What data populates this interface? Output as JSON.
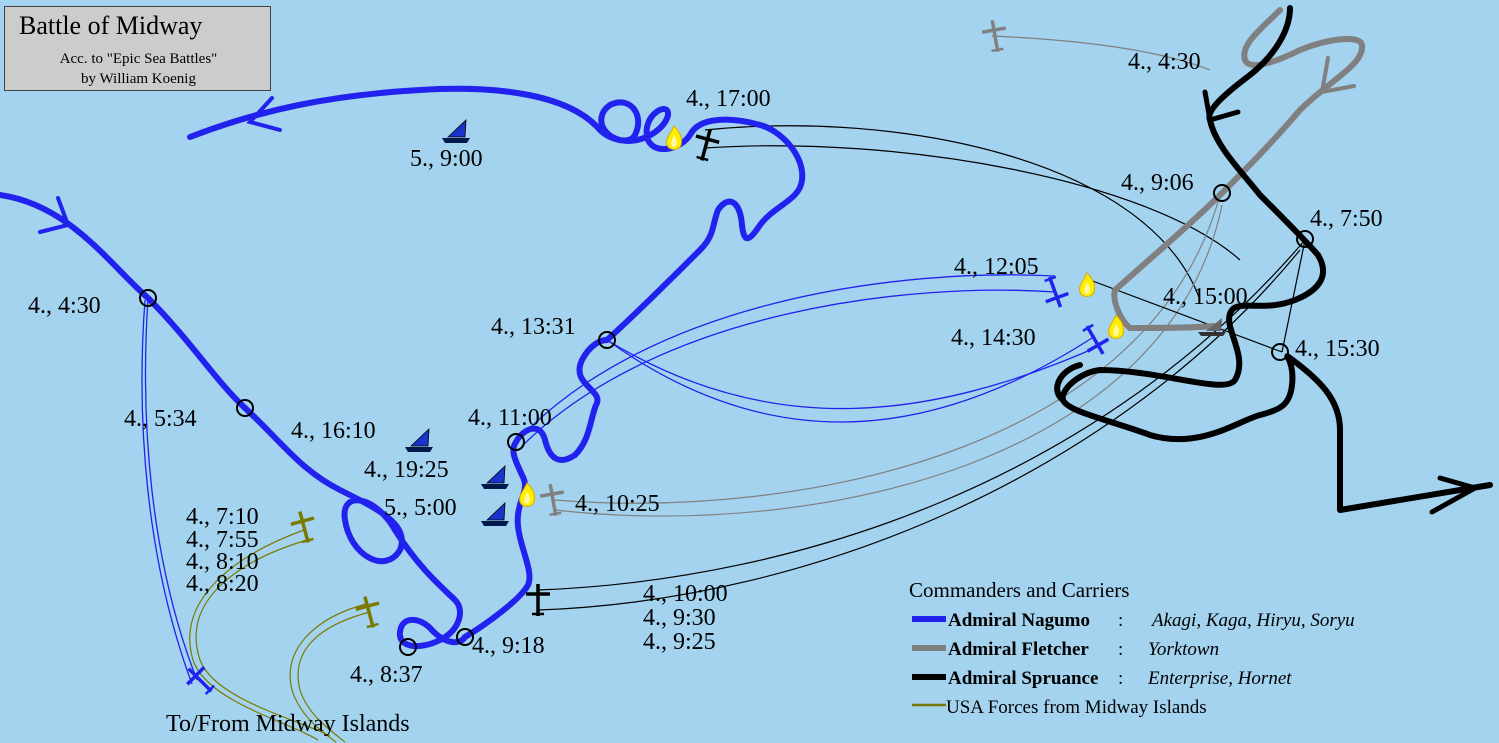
{
  "title": {
    "main": "Battle of Midway",
    "source_line1": "Acc. to \"Epic Sea Battles\"",
    "source_line2": "by William Koenig"
  },
  "colors": {
    "sea": "#a3d3ef",
    "nagumo": "#2222ee",
    "fletcher": "#808080",
    "spruance": "#000000",
    "midway": "#7a7a00",
    "fire": "#ffee00"
  },
  "labels": {
    "k_17_00": "4., 17:00",
    "k_5_900": "5., 9:00",
    "k_4_430": "4., 4:30",
    "k_5_34": "4., 5:34",
    "k_13_31": "4., 13:31",
    "k_16_10": "4., 16:10",
    "k_11_00": "4., 11:00",
    "k_19_25": "4., 19:25",
    "k_5_500": "5., 5:00",
    "k_10_25": "4., 10:25",
    "k_7_10": "4., 7:10",
    "k_7_55": "4., 7:55",
    "k_8_10": "4., 8:10",
    "k_8_20": "4., 8:20",
    "k_8_37": "4., 8:37",
    "k_9_18": "4., 9:18",
    "k_10_00": "4., 10:00",
    "k_9_30": "4.,   9:30",
    "k_9_25": "4.,   9:25",
    "k_12_05": "4., 12:05",
    "k_14_30": "4., 14:30",
    "k_15_00": "4., 15:00",
    "k_15_30": "4., 15:30",
    "k_7_50": "4., 7:50",
    "k_9_06": "4., 9:06",
    "k_4_430_ne": "4., 4:30",
    "midway": "To/From Midway Islands"
  },
  "legend": {
    "heading": "Commanders and Carriers",
    "items": [
      {
        "commander": "Admiral Nagumo",
        "sep": ":",
        "carriers": "Akagi, Kaga, Hiryu, Soryu",
        "color": "#2222ee"
      },
      {
        "commander": "Admiral Fletcher",
        "sep": ":",
        "carriers": "Yorktown",
        "color": "#808080"
      },
      {
        "commander": "Admiral Spruance",
        "sep": ":",
        "carriers": "Enterprise, Hornet",
        "color": "#000000"
      },
      {
        "commander": "",
        "sep": "",
        "carriers": "USA Forces from Midway Islands",
        "color": "#7a7a00"
      }
    ]
  }
}
